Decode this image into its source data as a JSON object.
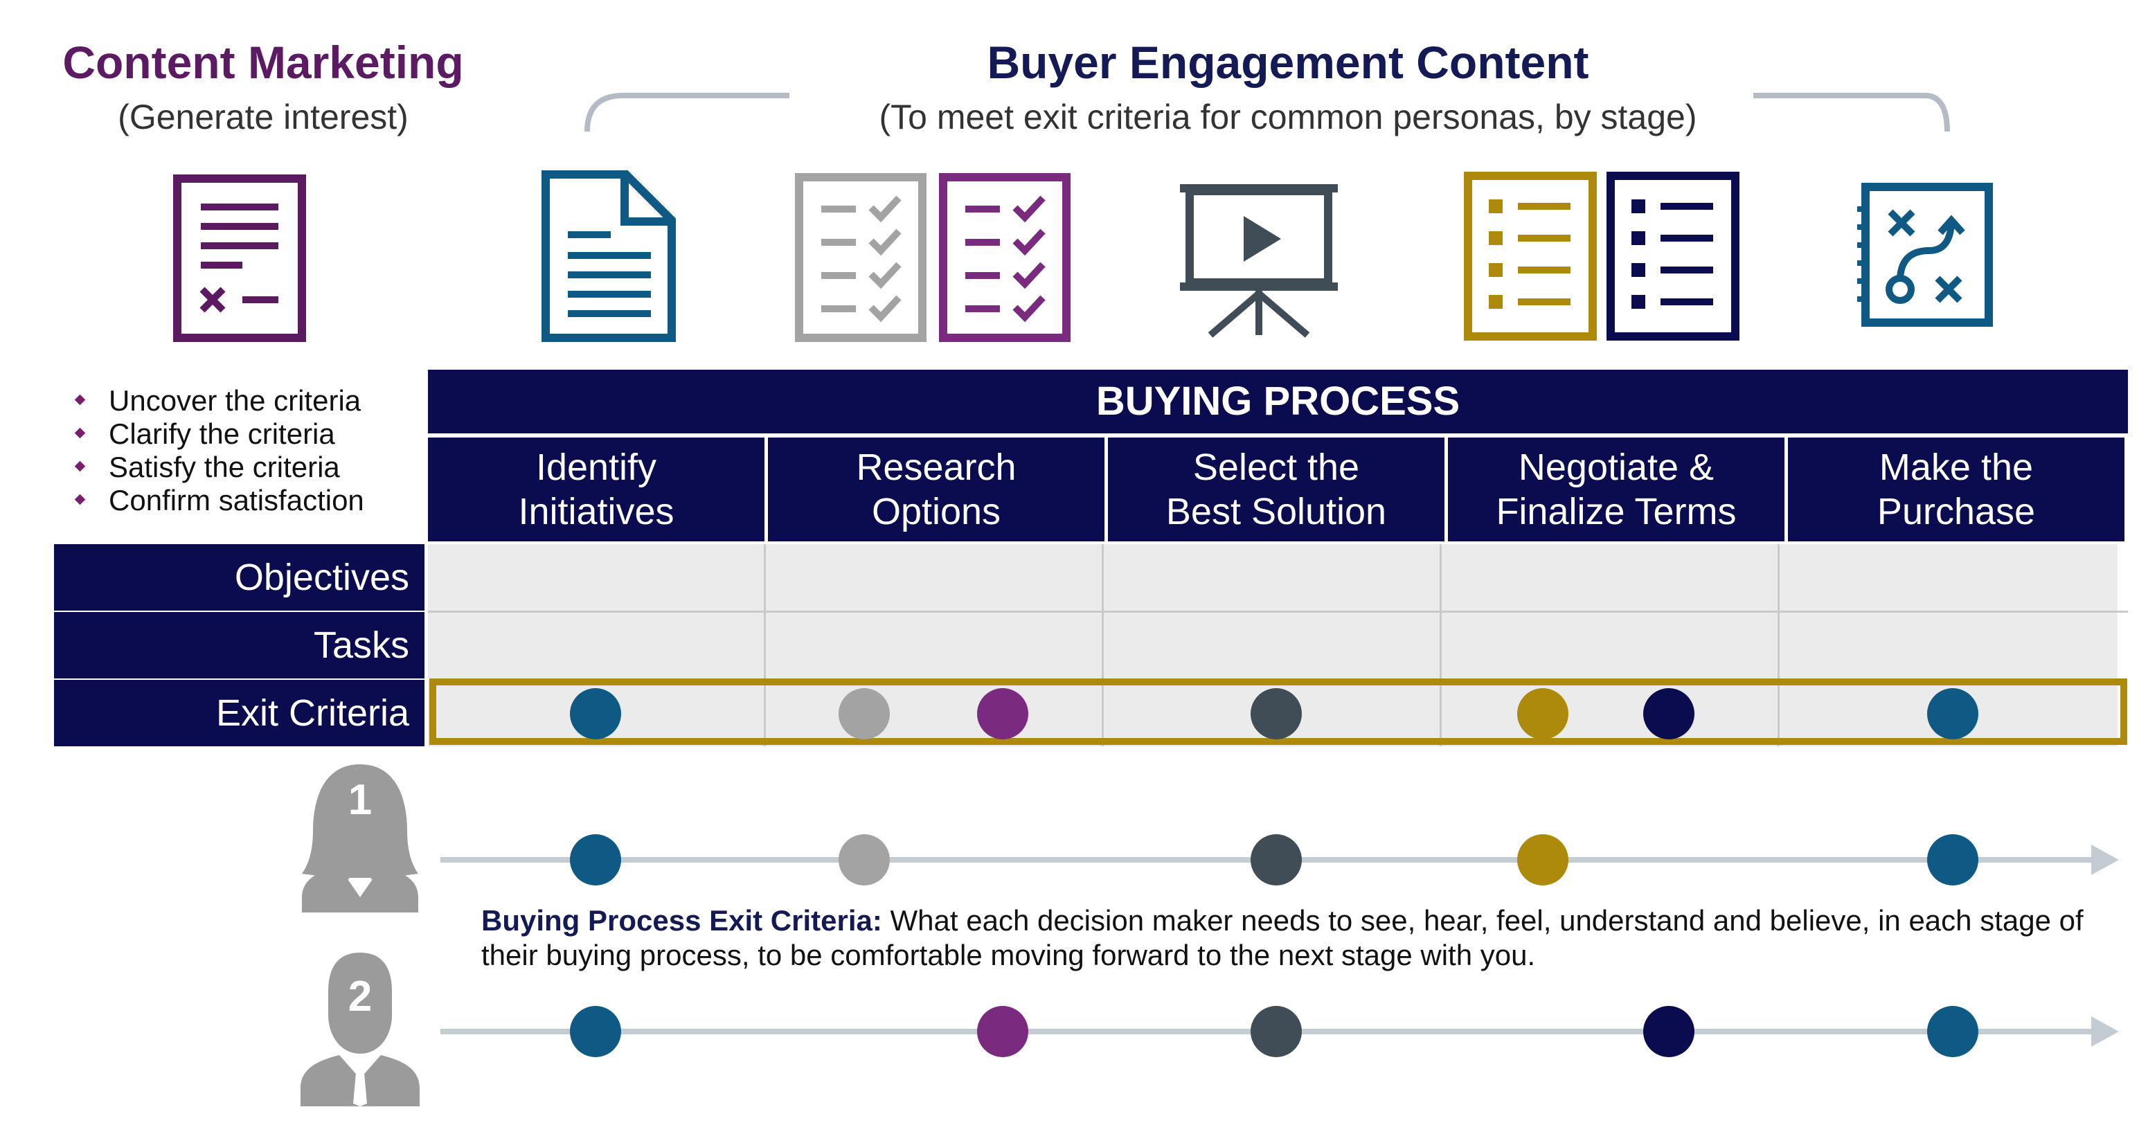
{
  "content_marketing": {
    "title": "Content Marketing",
    "subtitle": "(Generate interest)"
  },
  "buyer_engagement": {
    "title": "Buyer Engagement Content",
    "subtitle": "(To meet exit criteria for common personas, by stage)"
  },
  "bullets": [
    "Uncover the criteria",
    "Clarify the criteria",
    "Satisfy the criteria",
    "Confirm satisfaction"
  ],
  "table": {
    "header": "BUYING PROCESS",
    "stages": [
      {
        "line1": "Identify",
        "line2": "Initiatives"
      },
      {
        "line1": "Research",
        "line2": "Options"
      },
      {
        "line1": "Select the",
        "line2": "Best Solution"
      },
      {
        "line1": "Negotiate &",
        "line2": "Finalize Terms"
      },
      {
        "line1": "Make the",
        "line2": "Purchase"
      }
    ],
    "rows": [
      "Objectives",
      "Tasks",
      "Exit Criteria"
    ]
  },
  "personas": [
    {
      "number": "1",
      "type": "female"
    },
    {
      "number": "2",
      "type": "male"
    }
  ],
  "note": {
    "label": "Buying Process Exit Criteria:",
    "text": " What each decision maker needs to see, hear, feel, understand and believe, in each stage of their buying process, to be comfortable moving forward to the next stage with you."
  },
  "icons": [
    "document-x-icon",
    "document-icon",
    "checklist-gray-icon",
    "checklist-purple-icon",
    "presentation-icon",
    "list-gold-icon",
    "list-navy-icon",
    "strategy-board-icon"
  ],
  "colors": {
    "navy": "#0b0b4f",
    "purple": "#5c1a63",
    "purple_bright": "#7a2a7f",
    "blue": "#0e5a85",
    "gray": "#a3a3a3",
    "slate": "#414d56",
    "gold": "#ad8a0c",
    "timeline": "#c3ccd3"
  }
}
